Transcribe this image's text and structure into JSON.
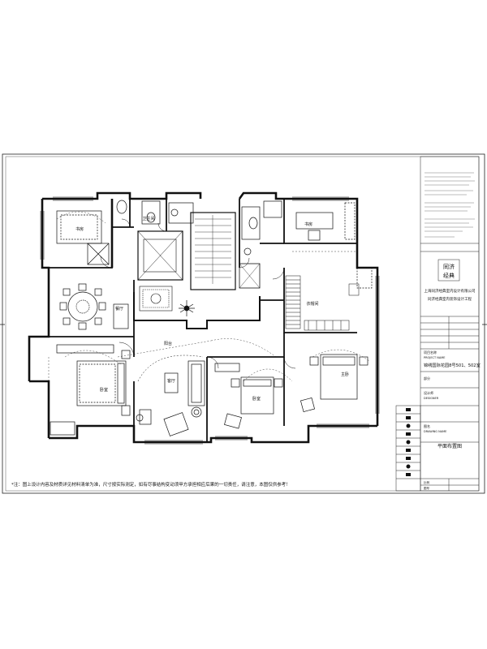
{
  "rooms": {
    "study_nw": "书房",
    "bath_n": "卫生间",
    "dining": "餐厅",
    "bedroom_sw": "卧室",
    "living": "客厅",
    "bedroom_s": "卧室",
    "master_bedroom": "主卧",
    "study_ne": "书房",
    "closet": "衣帽间",
    "balcony": "阳台"
  },
  "note": "*注：图上设计内容及材质详见材料清单为准，尺寸按实际测定，如有尽事结构变动须甲方承担相应后果的一切责任，请注意，本图仅供参考！",
  "title_block": {
    "logo_line1": "同济",
    "logo_line2": "经典",
    "company_line1": "上海同济经典室内设计有限公司",
    "company_line2": "同济经典室内装饰设计工程",
    "project_label": "项目名称",
    "project_label_en": "PROJECT NAME",
    "project_name": "锦绣国际花园8号501、502室",
    "part_label": "部分",
    "designer_label": "设计师",
    "designer_label_en": "DESIGNER",
    "drawing_label": "图名",
    "drawing_label_en": "DRAWING NAME",
    "drawing_name": "平面布置图",
    "scale_label": "比例",
    "sheet_label": "图号"
  }
}
